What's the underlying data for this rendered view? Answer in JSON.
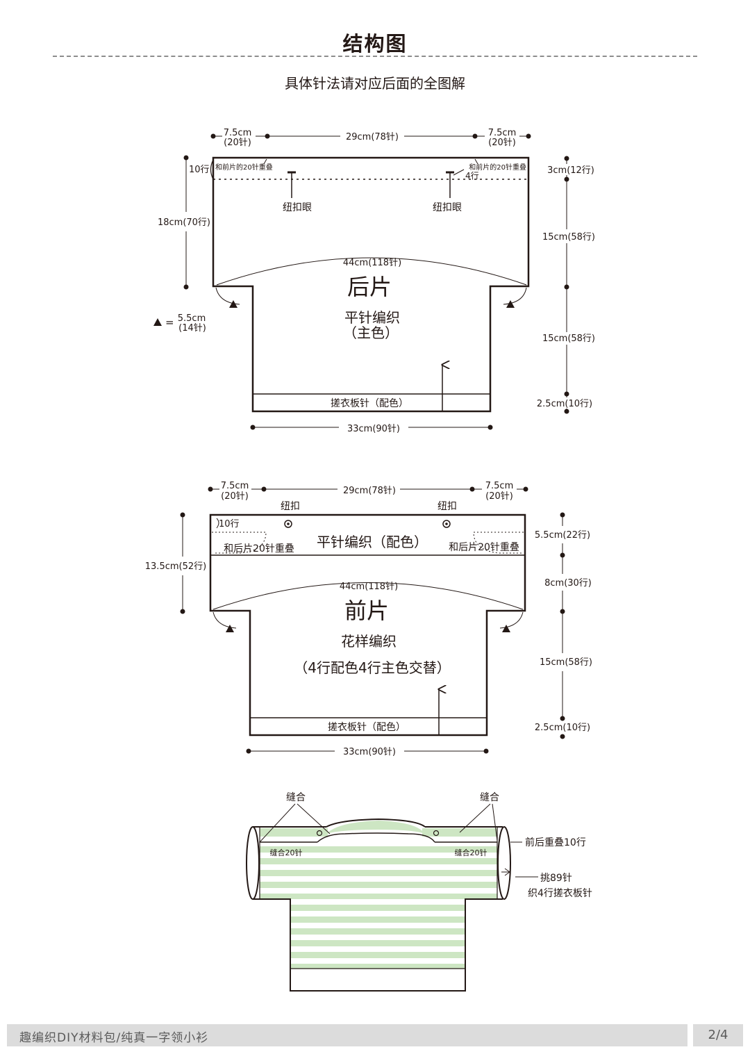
{
  "header": {
    "title": "结构图",
    "subtitle": "具体针法请对应后面的全图解"
  },
  "back": {
    "name": "后片",
    "stitch": "平针编织",
    "color_note": "（主色）",
    "top_left": "7.5cm",
    "top_left_sts": "(20针)",
    "top_mid": "29cm(78针)",
    "top_right": "7.5cm",
    "top_right_sts": "(20针)",
    "rows_10": "10行",
    "overlap_left": "和前片的20针重叠",
    "overlap_right": "和前片的20针重叠",
    "rows_4": "4行",
    "buttonhole_left": "纽扣眼",
    "buttonhole_right": "纽扣眼",
    "left_height": "18cm(70行)",
    "width": "44cm(118针)",
    "tri_value": "5.5cm",
    "tri_sts": "(14针)",
    "right_1": "3cm(12行)",
    "right_2": "15cm(58行)",
    "right_3": "15cm(58行)",
    "right_4": "2.5cm(10行)",
    "rib": "搓衣板针（配色）",
    "bottom": "33cm(90针)"
  },
  "front": {
    "name": "前片",
    "stitch": "花样编织",
    "color_note": "（4行配色4行主色交替）",
    "top_left": "7.5cm",
    "top_left_sts": "(20针)",
    "top_mid": "29cm(78针)",
    "top_right": "7.5cm",
    "top_right_sts": "(20针)",
    "button_left": "纽扣",
    "button_right": "纽扣",
    "rows_10": "10行",
    "yoke": "平针编织（配色）",
    "overlap_left": "和后片20针重叠",
    "overlap_right": "和后片20针重叠",
    "left_height": "13.5cm(52行)",
    "width": "44cm(118针)",
    "right_1": "5.5cm(22行)",
    "right_2": "8cm(30行)",
    "right_3": "15cm(58行)",
    "right_4": "2.5cm(10行)",
    "rib": "搓衣板针（配色）",
    "bottom": "33cm(90针)"
  },
  "assembly": {
    "seam_left": "缝合",
    "seam_right": "缝合",
    "seam20_left": "缝合20针",
    "seam20_right": "缝合20针",
    "overlap": "前后重叠10行",
    "pick": "挑89针",
    "knit": "织4行搓衣板针"
  },
  "colors": {
    "stripe": "#cde6c3",
    "line": "#231815"
  },
  "footer": {
    "text": "趣编织DIY材料包/纯真一字领小衫",
    "page": "2/4"
  }
}
